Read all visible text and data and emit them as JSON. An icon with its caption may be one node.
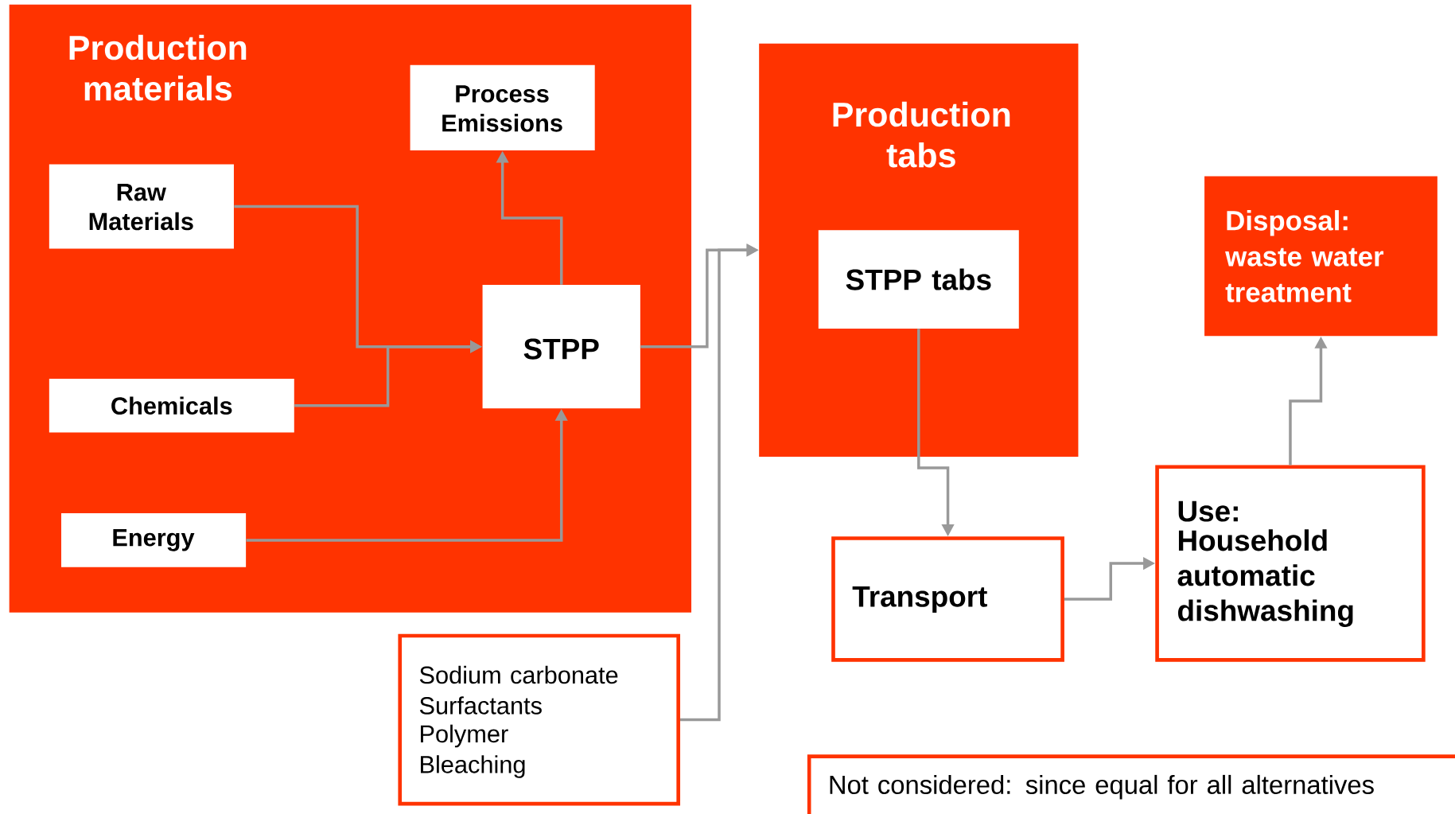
{
  "diagram": {
    "nodes": [
      {
        "text": [
          "Production materials"
        ]
      },
      {
        "text": [
          "Process Emissions"
        ],
        "in": 0
      },
      {
        "text": [
          "Raw Materials"
        ],
        "in": 0
      },
      {
        "text": [
          "Chemicals"
        ],
        "in": 0
      },
      {
        "text": [
          "Energy"
        ],
        "in": 0
      },
      {
        "text": [
          "STPP"
        ],
        "in": 0
      },
      {
        "text": [
          "Production tabs"
        ]
      },
      {
        "text": [
          "STPP tabs"
        ],
        "in": 6
      },
      {
        "text": [
          "Disposal: waste water treatment"
        ]
      },
      {
        "text": [
          "Transport"
        ]
      },
      {
        "text": [
          "Use:",
          "Household automatic dishwashing"
        ]
      },
      {
        "text": [
          "Sodium carbonate",
          "Surfactants",
          "Polymer",
          "Bleaching"
        ]
      },
      {
        "text": [
          "Not considered: since equal for all alternatives"
        ]
      }
    ],
    "edges": [
      {
        "from": 2,
        "to": 5,
        "arrow": "to"
      },
      {
        "from": 3,
        "to": 5,
        "arrow": "to"
      },
      {
        "from": 4,
        "to": 5,
        "arrow": "to"
      },
      {
        "from": 5,
        "to": 1,
        "arrow": "to"
      },
      {
        "from": 5,
        "to": 6,
        "arrow": "to"
      },
      {
        "from": 11,
        "to": 6,
        "arrow": "to"
      },
      {
        "from": 7,
        "to": 9,
        "arrow": "to"
      },
      {
        "from": 9,
        "to": 10,
        "arrow": "to"
      },
      {
        "from": 10,
        "to": 8,
        "arrow": "to"
      }
    ]
  }
}
